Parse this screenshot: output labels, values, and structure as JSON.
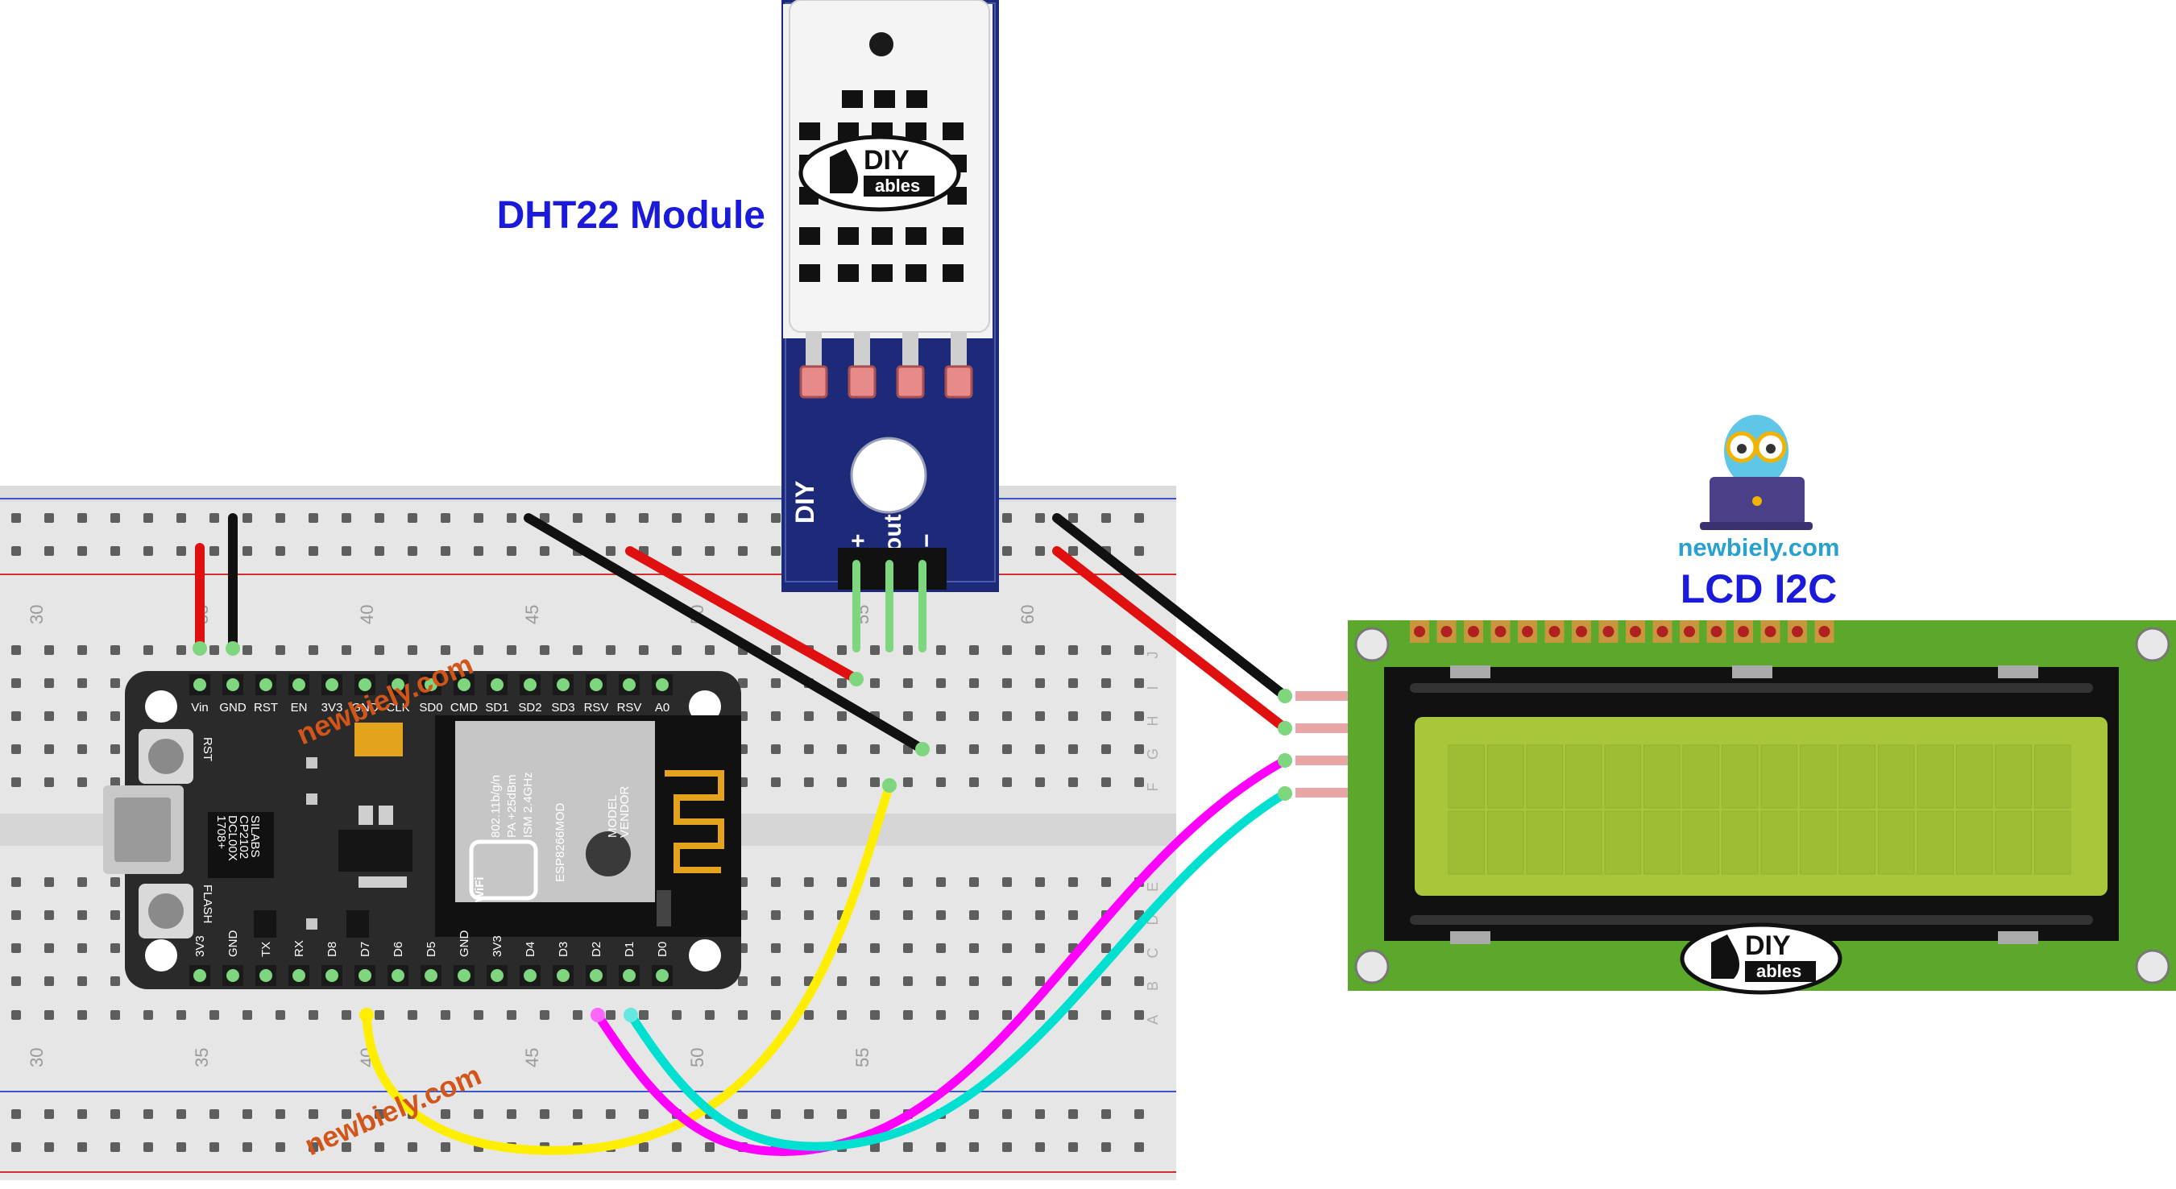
{
  "labels": {
    "dht22_title": "DHT22 Module",
    "lcd_title": "LCD I2C",
    "site": "newbiely.com",
    "watermark_top": "newbiely.com",
    "watermark_bottom": "newbiely.com"
  },
  "dht22": {
    "brand_main": "DIY",
    "brand_sub": "ables",
    "pin_labels": [
      "+",
      "out",
      "−"
    ]
  },
  "lcd": {
    "brand_main": "DIY",
    "brand_sub": "ables"
  },
  "esp8266": {
    "top_pins": [
      "Vin",
      "GND",
      "RST",
      "EN",
      "3V3",
      "GND",
      "CLK",
      "SD0",
      "CMD",
      "SD1",
      "SD2",
      "SD3",
      "RSV",
      "RSV",
      "A0"
    ],
    "bottom_pins": [
      "3V3",
      "GND",
      "TX",
      "RX",
      "D8",
      "D7",
      "D6",
      "D5",
      "GND",
      "3V3",
      "D4",
      "D3",
      "D2",
      "D1",
      "D0"
    ],
    "buttons": [
      "RST",
      "FLASH"
    ],
    "module_text": [
      "ESP8266MOD",
      "ISM 2.4GHz",
      "PA +25dBm",
      "802.11b/g/n",
      "VENDOR",
      "MODEL"
    ],
    "wifi_text": "WiFi",
    "chip_text": [
      "SILABS",
      "CP2102",
      "DCL00X",
      "1708+"
    ]
  },
  "breadboard": {
    "column_numbers_top": [
      "30",
      "35",
      "40",
      "45",
      "50",
      "55",
      "60"
    ],
    "column_numbers_bottom": [
      "30",
      "35",
      "40",
      "45",
      "50",
      "55"
    ],
    "row_letters": [
      "J",
      "I",
      "H",
      "G",
      "F",
      "E",
      "D",
      "C",
      "B",
      "A"
    ]
  },
  "colors": {
    "title_blue": "#1a1adb",
    "watermark_orange": "#d2561a",
    "lcd_pcb": "#5ba82a",
    "lcd_screen": "#a9c63a",
    "dht_pcb": "#1d2a7a",
    "esp_pcb": "#2a2a2a",
    "wire_red": "#e01010",
    "wire_black": "#111111",
    "wire_yellow": "#ffee00",
    "wire_green": "#7ed67e",
    "wire_magenta": "#ff00ff",
    "wire_cyan": "#00e0d0"
  }
}
